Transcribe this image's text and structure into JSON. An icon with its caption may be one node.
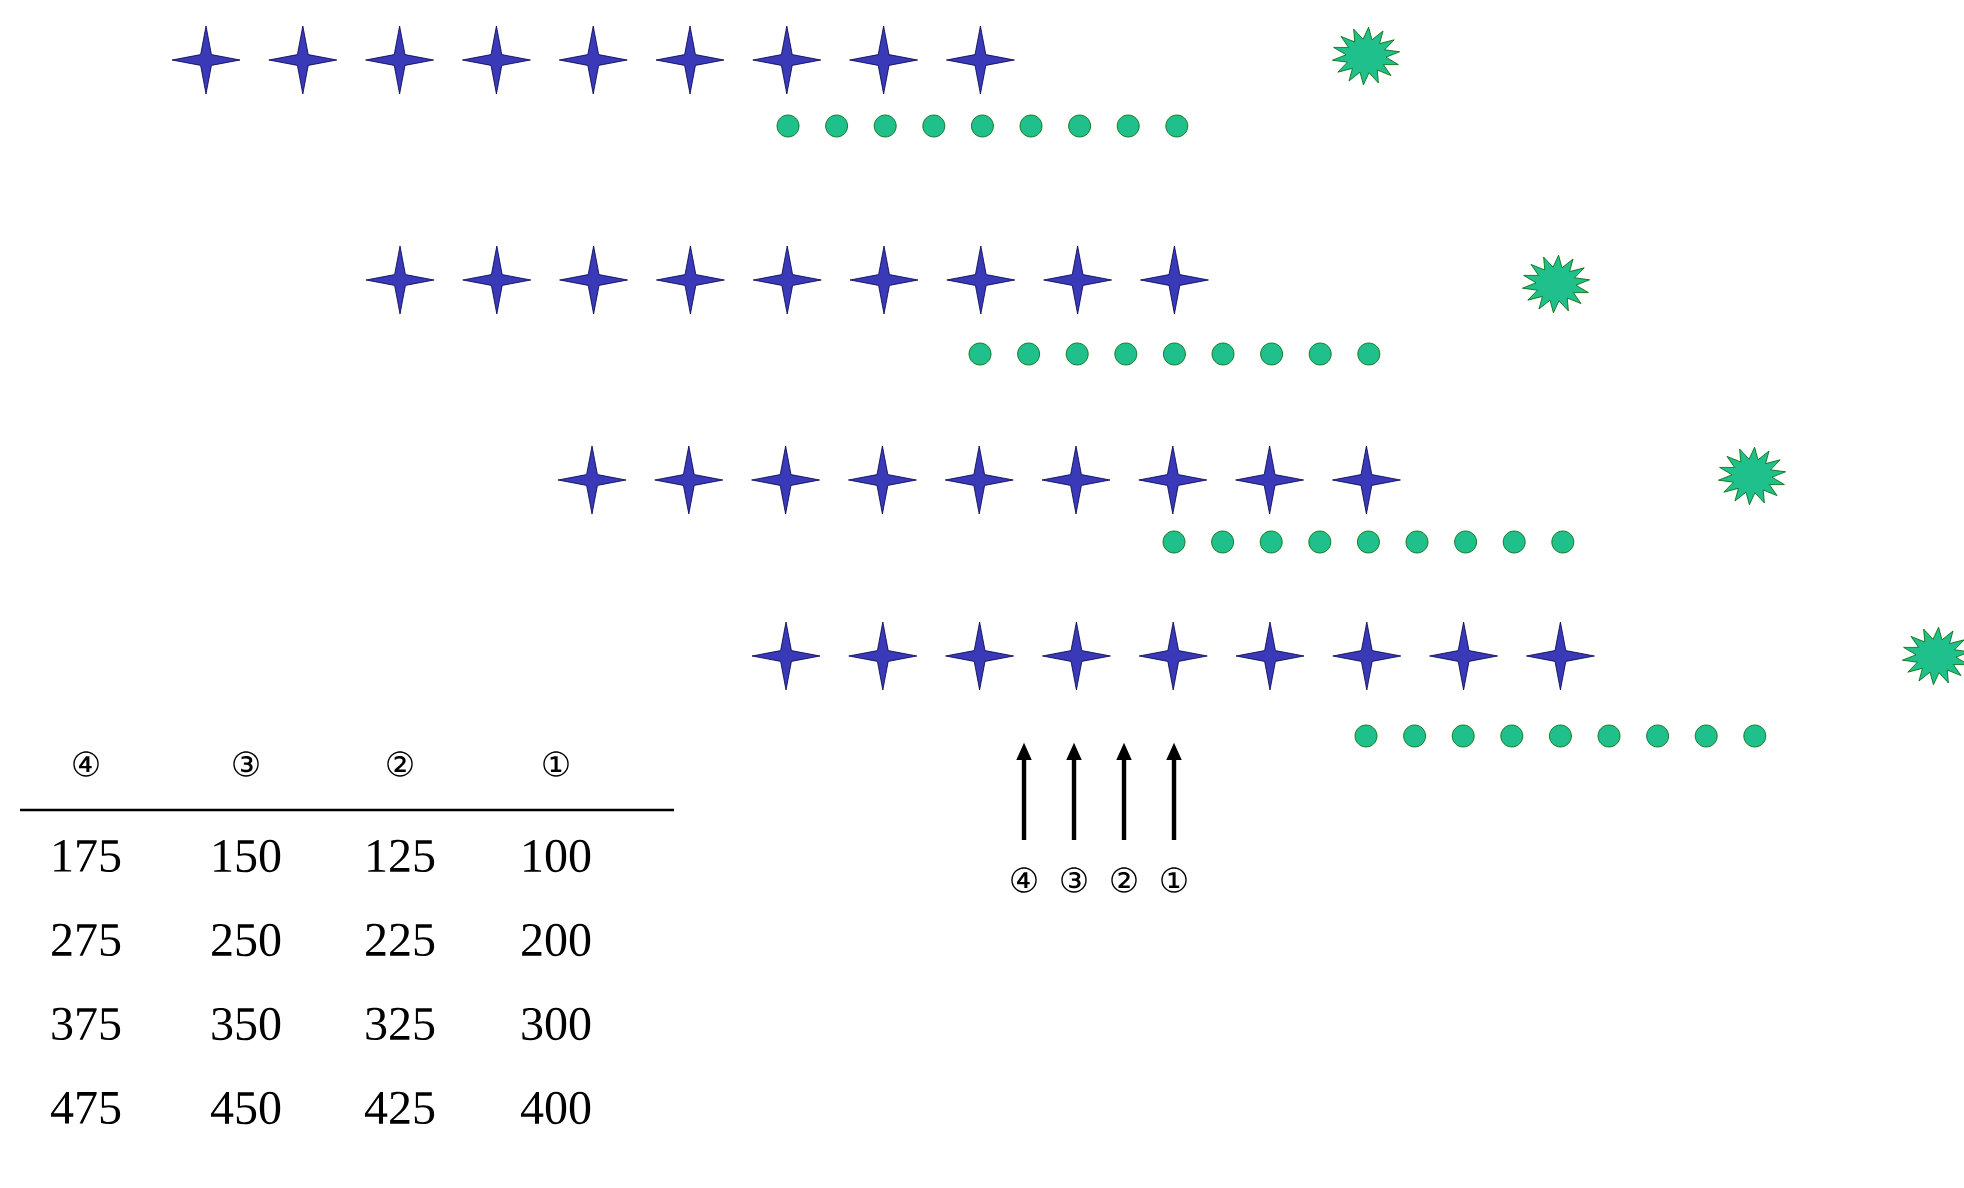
{
  "diagram": {
    "labels": [
      "④",
      "③",
      "②",
      "①",
      "175",
      "150",
      "125",
      "100",
      "275",
      "250",
      "225",
      "200",
      "375",
      "350",
      "325",
      "300",
      "475",
      "450",
      "425",
      "400",
      "④",
      "③",
      "②",
      "①"
    ]
  }
}
